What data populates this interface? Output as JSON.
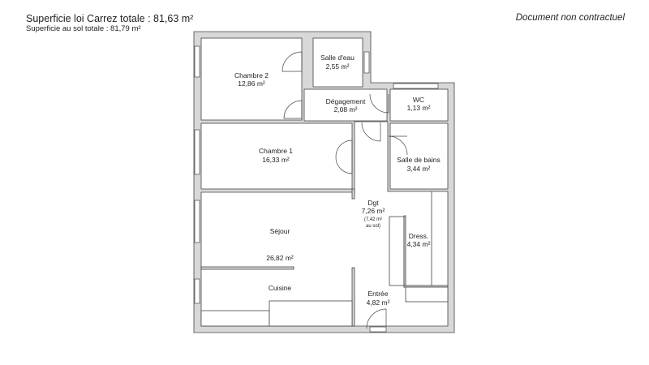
{
  "header": {
    "carrez_total": "Superficie loi Carrez totale :  81,63 m²",
    "floor_total": "Superficie au sol totale :  81,79 m²",
    "disclaimer": "Document non contractuel"
  },
  "rooms": {
    "chambre2": {
      "name": "Chambre 2",
      "area": "12,86 m²"
    },
    "salle_eau": {
      "name": "Salle d'eau",
      "area": "2,55 m²"
    },
    "degagement": {
      "name": "Dégagement",
      "area": "2,08 m²"
    },
    "wc": {
      "name": "WC",
      "area": "1,13 m²"
    },
    "chambre1": {
      "name": "Chambre 1",
      "area": "16,33 m²"
    },
    "salle_bains": {
      "name": "Salle de bains",
      "area": "3,44 m²"
    },
    "dgt": {
      "name": "Dgt",
      "area": "7,26 m²",
      "note1": "(7,42 m²",
      "note2": "au sol)"
    },
    "sejour": {
      "name": "Séjour",
      "area": "26,82 m²"
    },
    "cuisine": {
      "name": "Cuisine"
    },
    "dress": {
      "name": "Dress.",
      "area": "4,34 m²"
    },
    "entree": {
      "name": "Entrée",
      "area": "4,82 m²"
    }
  }
}
